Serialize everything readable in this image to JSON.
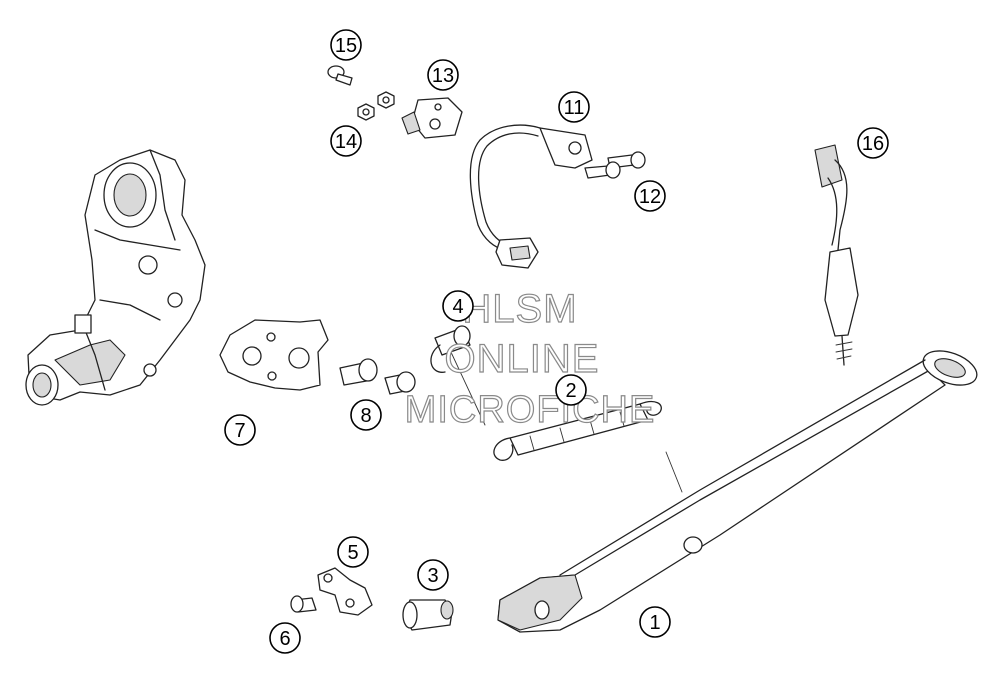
{
  "watermark": {
    "line1": "HLSM",
    "line2": "ONLINE",
    "line3": "MICROFICHE"
  },
  "callouts": [
    {
      "id": "1",
      "label": "1"
    },
    {
      "id": "2",
      "label": "2"
    },
    {
      "id": "3",
      "label": "3"
    },
    {
      "id": "4",
      "label": "4"
    },
    {
      "id": "5",
      "label": "5"
    },
    {
      "id": "6",
      "label": "6"
    },
    {
      "id": "7",
      "label": "7"
    },
    {
      "id": "8",
      "label": "8"
    },
    {
      "id": "11",
      "label": "11"
    },
    {
      "id": "12",
      "label": "12"
    },
    {
      "id": "13",
      "label": "13"
    },
    {
      "id": "14",
      "label": "14"
    },
    {
      "id": "15",
      "label": "15"
    },
    {
      "id": "16",
      "label": "16"
    }
  ],
  "colors": {
    "line": "#222222",
    "shade": "#d9d9d9",
    "watermark_outline": "#8a8a8a",
    "background": "#ffffff"
  }
}
